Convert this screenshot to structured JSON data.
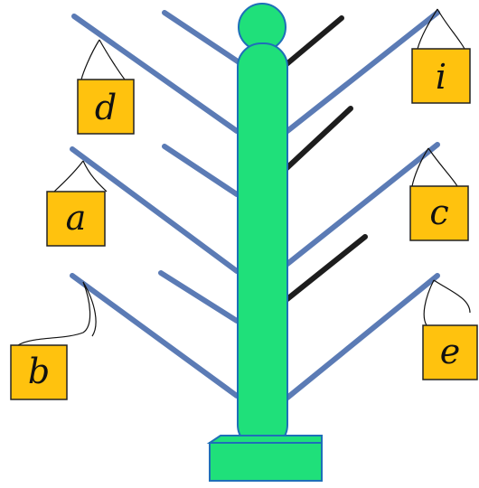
{
  "tags": [
    {
      "id": "d",
      "text": "d"
    },
    {
      "id": "a",
      "text": "a"
    },
    {
      "id": "b",
      "text": "b"
    },
    {
      "id": "i",
      "text": "i"
    },
    {
      "id": "c",
      "text": "c"
    },
    {
      "id": "e",
      "text": "e"
    }
  ],
  "colors": {
    "trunk": "#1fe07a",
    "trunk_stroke": "#1e6fb8",
    "label_fill": "#ffc20e",
    "label_stroke": "#222222",
    "branch": "#5b7bb5",
    "dark_peg": "#1d1d1d"
  }
}
